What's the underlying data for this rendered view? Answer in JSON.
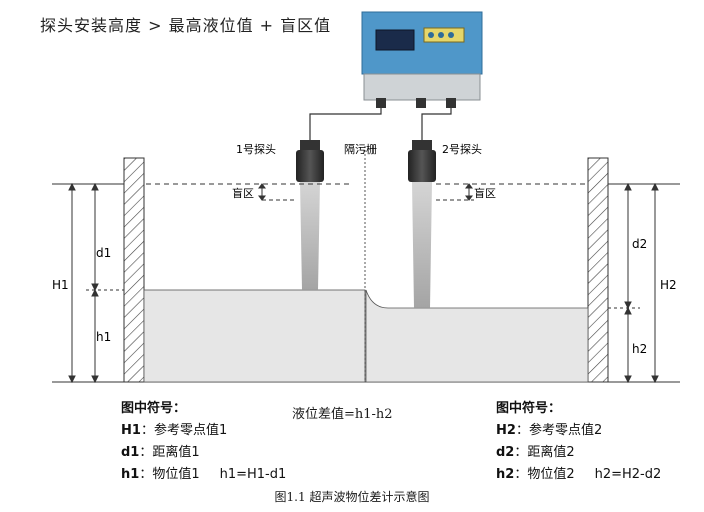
{
  "header": {
    "text": "探头安装高度 > 最高液位值 + 盲区值"
  },
  "labels": {
    "probe1": "1号探头",
    "probe2": "2号探头",
    "screen": "隔污栅",
    "blind1": "盲区",
    "blind2": "盲区",
    "d1": "d1",
    "h1": "h1",
    "H1": "H1",
    "d2": "d2",
    "h2": "h2",
    "H2": "H2"
  },
  "legend_left": {
    "title": "图中符号：",
    "l1_sym": "H1",
    "l1_txt": "：参考零点值1",
    "l2_sym": "d1",
    "l2_txt": "：距离值1",
    "l3_sym": "h1",
    "l3_txt": "：物位值1",
    "l3_formula": "h1=H1-d1"
  },
  "legend_right": {
    "title": "图中符号：",
    "l1_sym": "H2",
    "l1_txt": "：参考零点值2",
    "l2_sym": "d2",
    "l2_txt": "：距离值2",
    "l3_sym": "h2",
    "l3_txt": "：物位值2",
    "l3_formula": "h2=H2-d2"
  },
  "formula": "液位差值=h1-h2",
  "caption": "图1.1 超声波物位差计示意图",
  "colors": {
    "enclosure": "#4f97c9",
    "liquid": "#e6e6e6",
    "wall": "#ffffff"
  },
  "icons": {
    "controller": "ultrasonic-controller-icon",
    "probe": "ultrasonic-probe-icon"
  }
}
